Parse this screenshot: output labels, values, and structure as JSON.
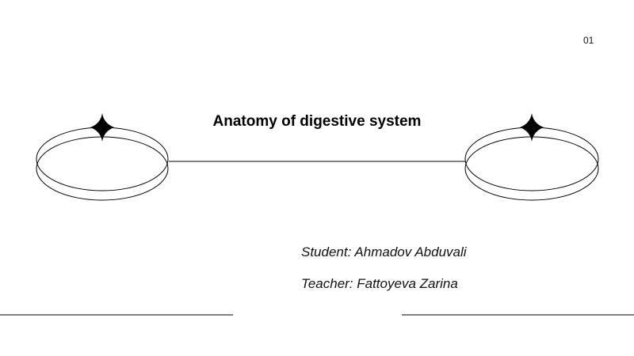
{
  "slide": {
    "page_number": "01",
    "title": "Anatomy of digestive system",
    "student": "Student: Ahmadov Abduvali",
    "teacher": "Teacher: Fattoyeva Zarina"
  },
  "colors": {
    "background": "#ffffff",
    "text": "#000000",
    "line": "#000000"
  },
  "icons": [
    "sparkle-star-icon",
    "ring-ellipse"
  ]
}
